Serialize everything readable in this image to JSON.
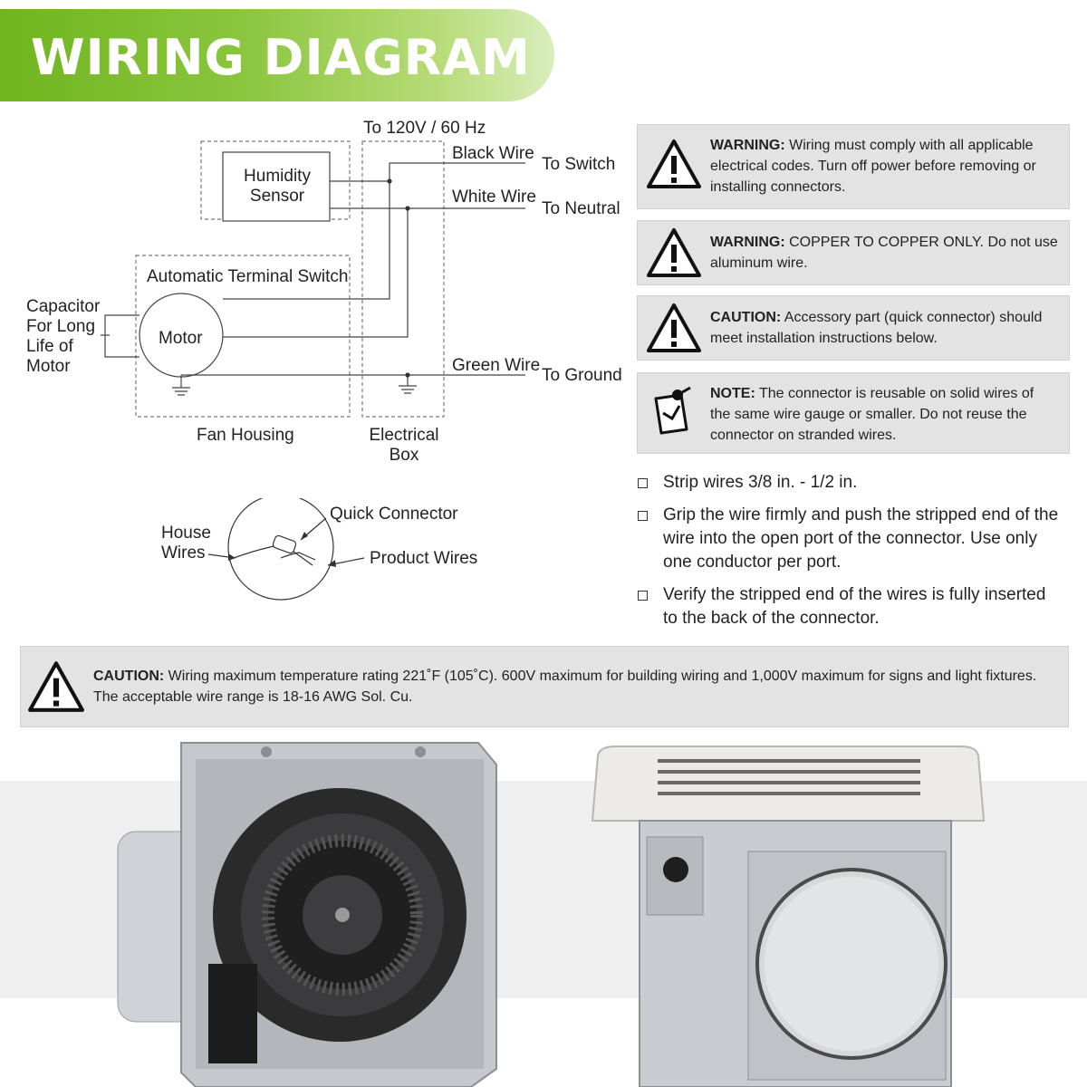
{
  "title": "WIRING DIAGRAM",
  "diagram": {
    "supply": "To 120V / 60 Hz",
    "humidity_sensor": "Humidity\nSensor",
    "automatic_terminal_switch": "Automatic Terminal Switch",
    "motor": "Motor",
    "capacitor": "Capacitor\nFor Long\nLife of\nMotor",
    "fan_housing": "Fan Housing",
    "electrical_box": "Electrical\nBox",
    "black_wire": "Black Wire",
    "white_wire": "White Wire",
    "green_wire": "Green Wire",
    "to_switch": "To Switch",
    "to_neutral": "To Neutral",
    "to_ground": "To Ground"
  },
  "connector_detail": {
    "quick_connector": "Quick Connector",
    "house_wires": "House\nWires",
    "product_wires": "Product Wires"
  },
  "notices": [
    {
      "type": "warning-icon",
      "heading": "WARNING:",
      "text": "Wiring must comply with all applicable electrical codes. Turn off power before removing or installing connectors."
    },
    {
      "type": "warning-icon",
      "heading": "WARNING:",
      "text": "COPPER TO COPPER ONLY. Do not use aluminum wire."
    },
    {
      "type": "warning-icon",
      "heading": "CAUTION:",
      "text": "Accessory part (quick connector) should meet installation instructions below."
    },
    {
      "type": "note-icon",
      "heading": "NOTE:",
      "text": "The connector is reusable on solid wires of the same wire gauge or smaller. Do not reuse the connector on stranded wires."
    }
  ],
  "steps": [
    "Strip wires 3/8 in. - 1/2 in.",
    "Grip the wire firmly and push the stripped end of the wire into the open port of the connector. Use only one conductor per port.",
    "Verify the stripped end of the wires is fully inserted to the back of the connector."
  ],
  "bottom_caution": {
    "heading": "CAUTION:",
    "text": "Wiring maximum temperature rating 221˚F (105˚C). 600V maximum for building wiring and 1,000V maximum for signs and light fixtures. The acceptable wire range is 18-16 AWG Sol. Cu."
  },
  "colors": {
    "banner_green": "#8cc63f",
    "notice_gray": "#e3e3e4"
  }
}
